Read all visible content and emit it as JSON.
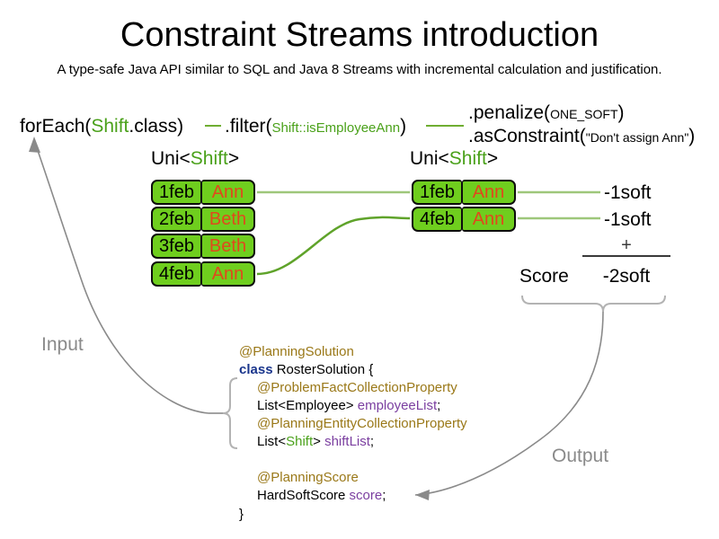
{
  "header": {
    "title": "Constraint Streams introduction",
    "subtitle": "A type-safe Java API similar to SQL and Java 8 Streams with incremental calculation and justification."
  },
  "pipeline": {
    "for_each": {
      "prefix": "forEach(",
      "type": "Shift",
      "suffix": ".class)"
    },
    "filter": {
      "prefix": ".filter(",
      "inner": "Shift::isEmployeeAnn",
      "suffix": ")"
    },
    "penalize": {
      "prefix": ".penalize(",
      "inner": "ONE_SOFT",
      "suffix": ")"
    },
    "as_constraint": {
      "prefix": ".asConstraint(",
      "inner": "\"Don't assign Ann\"",
      "suffix": ")"
    }
  },
  "streams": {
    "left": {
      "label_prefix": "Uni<",
      "label_type": "Shift",
      "label_suffix": ">",
      "rows": [
        {
          "date": "1feb",
          "name": "Ann"
        },
        {
          "date": "2feb",
          "name": "Beth"
        },
        {
          "date": "3feb",
          "name": "Beth"
        },
        {
          "date": "4feb",
          "name": "Ann"
        }
      ]
    },
    "right": {
      "label_prefix": "Uni<",
      "label_type": "Shift",
      "label_suffix": ">",
      "rows": [
        {
          "date": "1feb",
          "name": "Ann"
        },
        {
          "date": "4feb",
          "name": "Ann"
        }
      ]
    }
  },
  "score": {
    "impacts": [
      "-1soft",
      "-1soft"
    ],
    "operator": "+",
    "label": "Score",
    "total": "-2soft"
  },
  "code": {
    "lines": [
      {
        "id": "l1",
        "parts": [
          {
            "t": "@PlanningSolution",
            "c": "anno"
          }
        ]
      },
      {
        "id": "l2",
        "parts": [
          {
            "t": "class ",
            "c": "kw"
          },
          {
            "t": "RosterSolution {",
            "c": "typ"
          }
        ]
      },
      {
        "id": "l3",
        "parts": [
          {
            "t": "@ProblemFactCollectionProperty",
            "c": "anno"
          }
        ]
      },
      {
        "id": "l4",
        "parts": [
          {
            "t": "List<Employee> ",
            "c": "typ"
          },
          {
            "t": "employeeList",
            "c": "fld"
          },
          {
            "t": ";",
            "c": "typ"
          }
        ]
      },
      {
        "id": "l5",
        "parts": [
          {
            "t": "@PlanningEntityCollectionProperty",
            "c": "anno"
          }
        ]
      },
      {
        "id": "l6",
        "parts": [
          {
            "t": "List<",
            "c": "typ"
          },
          {
            "t": "Shift",
            "c": "shift"
          },
          {
            "t": "> ",
            "c": "typ"
          },
          {
            "t": "shiftList",
            "c": "fld"
          },
          {
            "t": ";",
            "c": "typ"
          }
        ]
      },
      {
        "id": "l7",
        "parts": [
          {
            "t": "@PlanningScore",
            "c": "anno"
          }
        ]
      },
      {
        "id": "l8",
        "parts": [
          {
            "t": "HardSoftScore ",
            "c": "typ"
          },
          {
            "t": "score",
            "c": "fld"
          },
          {
            "t": ";",
            "c": "typ"
          }
        ]
      },
      {
        "id": "l9",
        "parts": [
          {
            "t": "}",
            "c": "typ"
          }
        ]
      }
    ]
  },
  "flow": {
    "input_label": "Input",
    "output_label": "Output"
  },
  "colors": {
    "shift_green": "#4aa11a",
    "chip_fill": "#6fce1e",
    "chip_border": "#0d0d0d",
    "employee_orange": "#e0491c",
    "wire_green": "#9ec77a",
    "curve_green": "#5fa32a",
    "annotation_gold": "#9a7818",
    "keyword_navy": "#19358c",
    "field_purple": "#7b3fa0",
    "flow_gray": "#8a8a8a"
  }
}
